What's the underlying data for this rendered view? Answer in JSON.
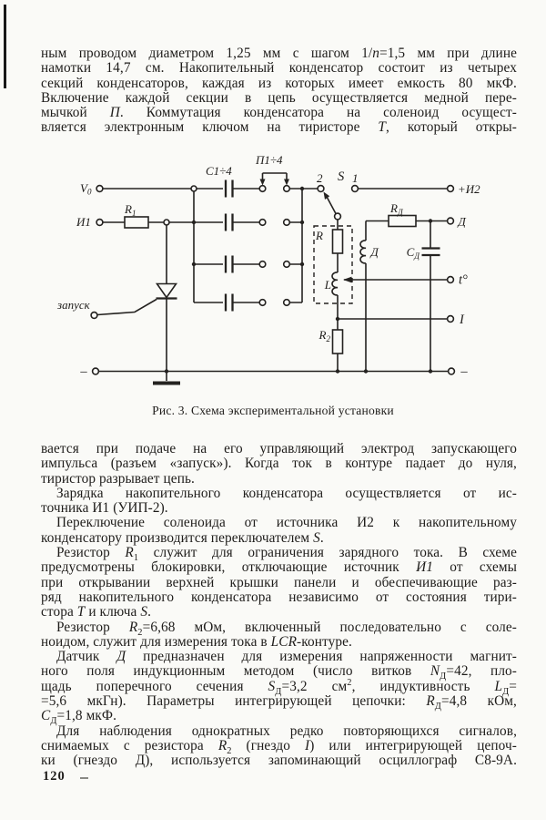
{
  "page": {
    "number": "120"
  },
  "text": {
    "top_lines": [
      {
        "t": "ным проводом диаметром 1,25 мм с шагом 1/*n*=1,5 мм при длине",
        "j": true,
        "i": false
      },
      {
        "t": "намотки 14,7 см. Накопительный конденсатор состоит из четырех",
        "j": true,
        "i": false
      },
      {
        "t": "секций конденсаторов, каждая из которых имеет емкость 80 мкФ.",
        "j": true,
        "i": false
      },
      {
        "t": "Включение каждой секции в цепь осуществляется медной пере-",
        "j": true,
        "i": false
      },
      {
        "t": "мычкой *П*. Коммутация конденсатора на соленоид осущест-",
        "j": true,
        "i": false
      },
      {
        "t": "вляется электронным ключом на тиристоре *Т*, который откры-",
        "j": true,
        "i": false
      }
    ],
    "bottom_lines": [
      {
        "t": "вается при подаче на его управляющий электрод запускающего",
        "j": true,
        "i": false
      },
      {
        "t": "импульса (разъем «запуск»). Когда ток в контуре падает до нуля,",
        "j": true,
        "i": false
      },
      {
        "t": "тиристор разрывает цепь.",
        "j": false,
        "i": false
      },
      {
        "t": "Зарядка накопительного конденсатора осуществляется от ис-",
        "j": true,
        "i": true
      },
      {
        "t": "точника И1 (УИП-2).",
        "j": false,
        "i": false
      },
      {
        "t": "Переключение соленоида  от источника И2 к накопительному",
        "j": true,
        "i": true
      },
      {
        "t": "конденсатору производится переключателем *S*.",
        "j": false,
        "i": false
      },
      {
        "t": "Резистор *R*_{1} служит для ограничения зарядного тока. В схеме",
        "j": true,
        "i": true
      },
      {
        "t": "предусмотрены блокировки, отключающие источник *И1* от схемы",
        "j": true,
        "i": false
      },
      {
        "t": "при открывании верхней крышки панели и обеспечивающие раз-",
        "j": true,
        "i": false
      },
      {
        "t": "ряд накопительного конденсатора независимо от состояния тири-",
        "j": true,
        "i": false
      },
      {
        "t": "стора *Т* и ключа *S*.",
        "j": false,
        "i": false
      },
      {
        "t": "Резистор *R*_{2}=6,68 мОм, включенный  последовательно  с соле-",
        "j": true,
        "i": true
      },
      {
        "t": "ноидом, служит для измерения тока в *LCR*-контуре.",
        "j": false,
        "i": false
      },
      {
        "t": "Датчик *Д* предназначен для измерения напряженности магнит-",
        "j": true,
        "i": true
      },
      {
        "t": "ного поля индукционным методом (число витков *N*_{Д}=42, пло-",
        "j": true,
        "i": false
      },
      {
        "t": "щадь поперечного сечения *S*_{Д}=3,2 см^{2}, индуктивность *L*_{Д}=",
        "j": true,
        "i": false
      },
      {
        "t": "=5,6 мкГн). Параметры интегрирующей цепочки: *R*_{Д}=4,8 кОм,",
        "j": true,
        "i": false
      },
      {
        "t": "*С*_{Д}=1,8 мкФ.",
        "j": false,
        "i": false
      },
      {
        "t": "Для наблюдения однократных редко повторяющихся сигналов,",
        "j": true,
        "i": true
      },
      {
        "t": "снимаемых с резистора *R*_{2} (гнездо *I*) или интегрирующей цепоч-",
        "j": true,
        "i": false
      },
      {
        "t": "ки (гнездо Д), используется запоминающий осциллограф С8-9А.",
        "j": true,
        "i": false
      }
    ]
  },
  "figure": {
    "caption": "Рис. 3. Схема экспериментальной установки",
    "labels": {
      "v0_main": "V",
      "v0_sub": "0",
      "i1": "И1",
      "r1_main": "R",
      "r1_sub": "1",
      "c_bank": "С1÷4",
      "p_bank": "П1÷4",
      "sw_pos2": "2",
      "sw_pos1": "1",
      "sw_s": "S",
      "i2": "+И2",
      "r_inner": "R",
      "l_inner": "L",
      "r2_main": "R",
      "r2_sub": "2",
      "rd_main": "R",
      "rd_sub": "Д",
      "d_coil": "Д",
      "cd_main": "С",
      "cd_sub": "Д",
      "term_d": "Д",
      "term_t": "t°",
      "term_i": "I",
      "zapusk": "запуск",
      "minus_left": "–",
      "minus_right": "–"
    }
  }
}
